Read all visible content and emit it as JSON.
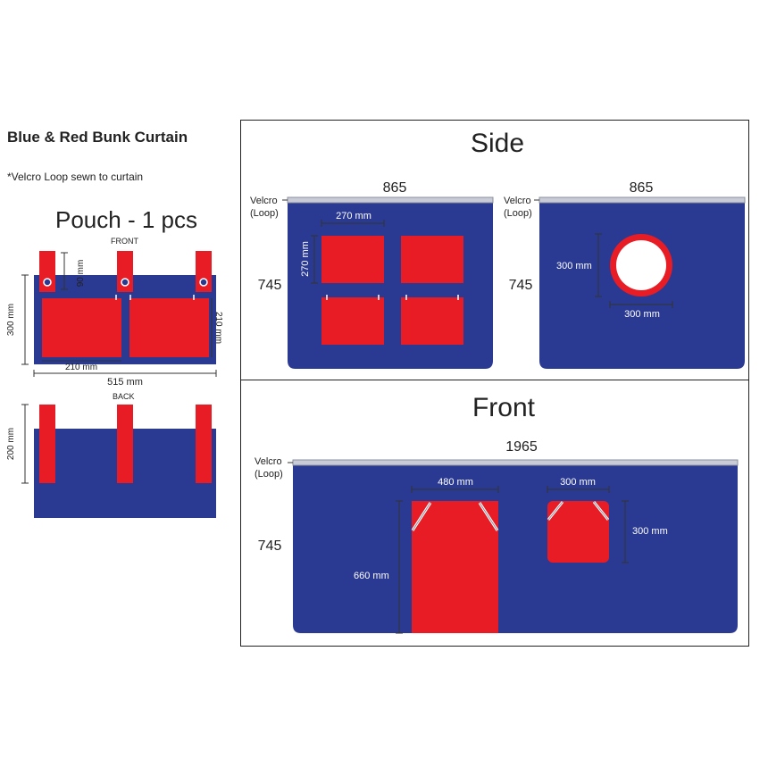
{
  "title": "Blue & Red Bunk Curtain",
  "note": "*Velcro Loop sewn to curtain",
  "colors": {
    "fabric_blue": "#2a3a92",
    "fabric_red": "#e81c24",
    "velcro_grey": "#c9ccd6"
  },
  "pouch": {
    "heading": "Pouch - 1 pcs",
    "front_label": "FRONT",
    "back_label": "BACK",
    "dim_90": "90 mm",
    "dim_300": "300 mm",
    "dim_210_vertical": "210 mm",
    "dim_210_horizontal": "210 mm",
    "dim_515": "515 mm",
    "dim_200": "200 mm"
  },
  "side": {
    "heading": "Side",
    "panel_left": {
      "width": "865",
      "height": "745",
      "velcro": "Velcro",
      "loop": "(Loop)",
      "dim_w": "270 mm",
      "dim_h": "270 mm"
    },
    "panel_right": {
      "width": "865",
      "height": "745",
      "velcro": "Velcro",
      "loop": "(Loop)",
      "dim_h": "300 mm",
      "dim_w": "300 mm"
    }
  },
  "front": {
    "heading": "Front",
    "width": "1965",
    "height": "745",
    "velcro": "Velcro",
    "loop": "(Loop)",
    "door_w": "480 mm",
    "door_h": "660 mm",
    "window_w": "300 mm",
    "window_h": "300 mm"
  }
}
